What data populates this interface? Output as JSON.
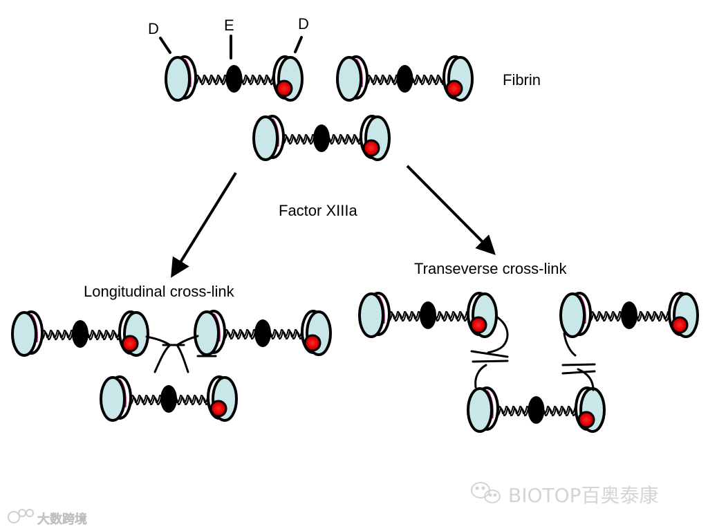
{
  "labels": {
    "d_left": "D",
    "e_center": "E",
    "d_right": "D",
    "fibrin": "Fibrin",
    "enzyme": "Factor XIIIa",
    "longitudinal": "Longitudinal cross-link",
    "transverse": "Transeverse cross-link"
  },
  "watermarks": {
    "top": "BIOTOP百奥泰康",
    "bottom": "大数跨境"
  },
  "colors": {
    "d_domain": "#c9e6e8",
    "e_domain": "#000000",
    "d_accent": "#b0106f",
    "gamma_site": "#ff1a1a",
    "watermark": "#d4d4d4"
  },
  "icons": {
    "watermark_top": "wechat-logo-icon",
    "watermark_bottom": "dashujingjing-logo-icon"
  }
}
